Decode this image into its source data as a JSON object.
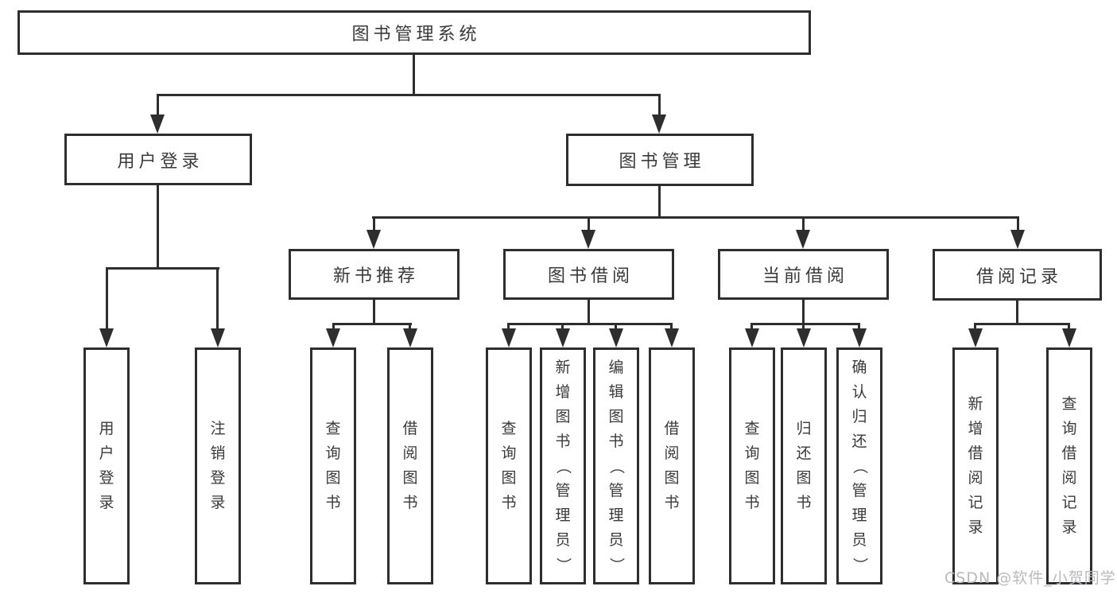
{
  "colors": {
    "line": "#2e2e2e",
    "text": "#3a3a3c",
    "background": "#ffffff",
    "watermark": "#b9b9bf"
  },
  "root": {
    "label": "图书管理系统"
  },
  "level2": {
    "user_login": {
      "label": "用户登录"
    },
    "book_mgmt": {
      "label": "图书管理"
    }
  },
  "level3": {
    "new_book_rec": {
      "label": "新书推荐"
    },
    "book_borrow": {
      "label": "图书借阅"
    },
    "current_borrow": {
      "label": "当前借阅"
    },
    "borrow_records": {
      "label": "借阅记录"
    }
  },
  "leaves": {
    "a1": {
      "label": "用户登录"
    },
    "a2": {
      "label": "注销登录"
    },
    "b1": {
      "label": "查询图书"
    },
    "b2": {
      "label": "借阅图书"
    },
    "c1": {
      "label": "查询图书"
    },
    "c2": {
      "label": "新增图书（管理员）"
    },
    "c3": {
      "label": "编辑图书（管理员）"
    },
    "c4": {
      "label": "借阅图书"
    },
    "d1": {
      "label": "查询图书"
    },
    "d2": {
      "label": "归还图书"
    },
    "d3": {
      "label": "确认归还（管理员）"
    },
    "e1": {
      "label": "新增借阅记录"
    },
    "e2": {
      "label": "查询借阅记录"
    }
  },
  "watermark": {
    "text": "CSDN @软件_小贺同学"
  }
}
